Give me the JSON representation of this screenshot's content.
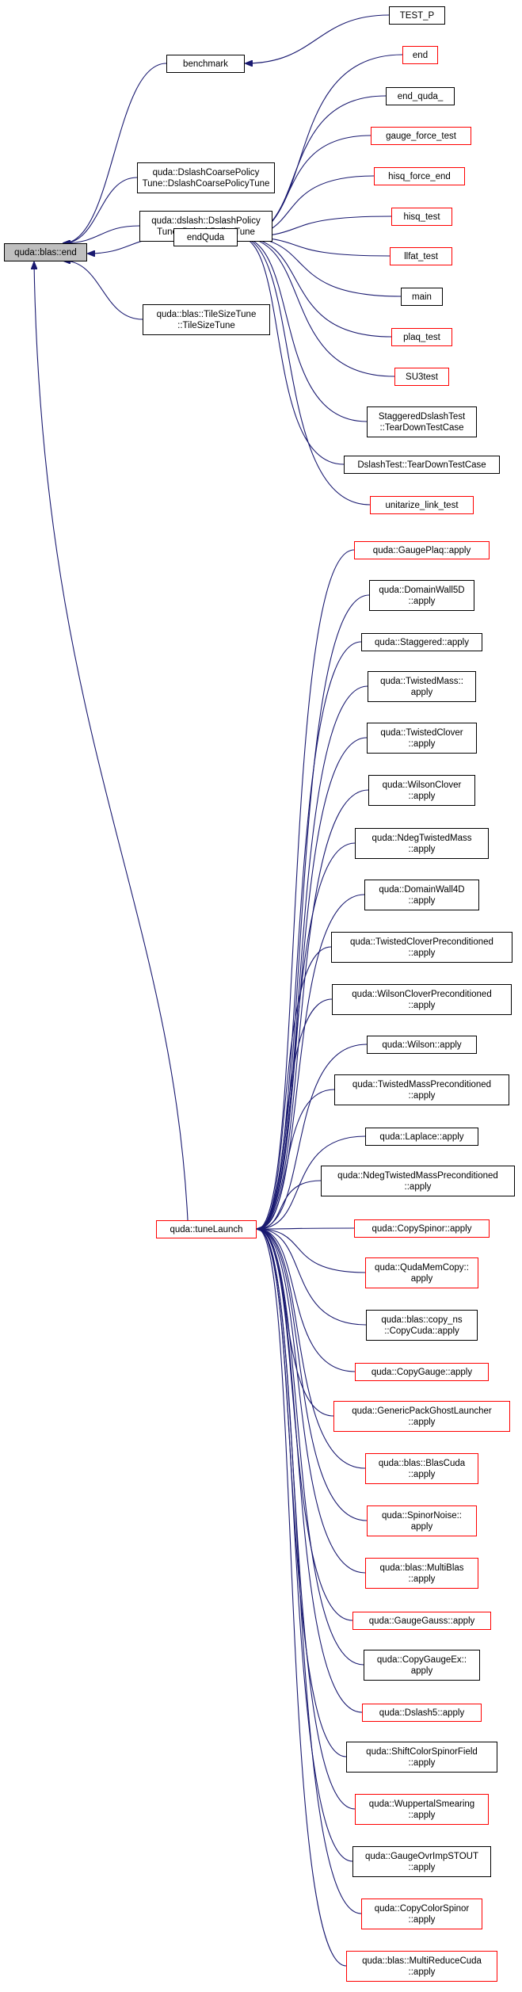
{
  "colors": {
    "edge": "#191970",
    "black_border": "#000000",
    "red_border": "#ff0000",
    "root_fill": "#bfbfbf",
    "node_fill": "#ffffff"
  },
  "nodes": [
    {
      "id": "root",
      "lines": [
        "quda::blas::end"
      ],
      "border": "black",
      "fill": "root"
    },
    {
      "id": "benchmark",
      "lines": [
        "benchmark"
      ],
      "border": "black"
    },
    {
      "id": "test_p",
      "lines": [
        "TEST_P"
      ],
      "border": "black"
    },
    {
      "id": "dslashcoarse",
      "lines": [
        "quda::DslashCoarsePolicy",
        "Tune::DslashCoarsePolicyTune"
      ],
      "border": "black"
    },
    {
      "id": "dslashpolicy",
      "lines": [
        "quda::dslash::DslashPolicy",
        "Tune::DslashPolicyTune"
      ],
      "border": "black"
    },
    {
      "id": "endquda",
      "lines": [
        "endQuda"
      ],
      "border": "black"
    },
    {
      "id": "tilesize",
      "lines": [
        "quda::blas::TileSizeTune",
        "::TileSizeTune"
      ],
      "border": "black"
    },
    {
      "id": "end",
      "lines": [
        "end"
      ],
      "border": "red"
    },
    {
      "id": "end_quda_",
      "lines": [
        "end_quda_"
      ],
      "border": "black"
    },
    {
      "id": "gauge_force_test",
      "lines": [
        "gauge_force_test"
      ],
      "border": "red"
    },
    {
      "id": "hisq_force_end",
      "lines": [
        "hisq_force_end"
      ],
      "border": "red"
    },
    {
      "id": "hisq_test",
      "lines": [
        "hisq_test"
      ],
      "border": "red"
    },
    {
      "id": "llfat_test",
      "lines": [
        "llfat_test"
      ],
      "border": "red"
    },
    {
      "id": "main",
      "lines": [
        "main"
      ],
      "border": "black"
    },
    {
      "id": "plaq_test",
      "lines": [
        "plaq_test"
      ],
      "border": "red"
    },
    {
      "id": "su3test",
      "lines": [
        "SU3test"
      ],
      "border": "red"
    },
    {
      "id": "stag_teardown",
      "lines": [
        "StaggeredDslashTest",
        "::TearDownTestCase"
      ],
      "border": "black"
    },
    {
      "id": "dslash_teardown",
      "lines": [
        "DslashTest::TearDownTestCase"
      ],
      "border": "black"
    },
    {
      "id": "unitarize",
      "lines": [
        "unitarize_link_test"
      ],
      "border": "red"
    },
    {
      "id": "tunelaunch",
      "lines": [
        "quda::tuneLaunch"
      ],
      "border": "red"
    },
    {
      "id": "a1",
      "lines": [
        "quda::GaugePlaq::apply"
      ],
      "border": "red"
    },
    {
      "id": "a2",
      "lines": [
        "quda::DomainWall5D",
        "::apply"
      ],
      "border": "black"
    },
    {
      "id": "a3",
      "lines": [
        "quda::Staggered::apply"
      ],
      "border": "black"
    },
    {
      "id": "a4",
      "lines": [
        "quda::TwistedMass::",
        "apply"
      ],
      "border": "black"
    },
    {
      "id": "a5",
      "lines": [
        "quda::TwistedClover",
        "::apply"
      ],
      "border": "black"
    },
    {
      "id": "a6",
      "lines": [
        "quda::WilsonClover",
        "::apply"
      ],
      "border": "black"
    },
    {
      "id": "a7",
      "lines": [
        "quda::NdegTwistedMass",
        "::apply"
      ],
      "border": "black"
    },
    {
      "id": "a8",
      "lines": [
        "quda::DomainWall4D",
        "::apply"
      ],
      "border": "black"
    },
    {
      "id": "a9",
      "lines": [
        "quda::TwistedCloverPreconditioned",
        "::apply"
      ],
      "border": "black"
    },
    {
      "id": "a10",
      "lines": [
        "quda::WilsonCloverPreconditioned",
        "::apply"
      ],
      "border": "black"
    },
    {
      "id": "a11",
      "lines": [
        "quda::Wilson::apply"
      ],
      "border": "black"
    },
    {
      "id": "a12",
      "lines": [
        "quda::TwistedMassPreconditioned",
        "::apply"
      ],
      "border": "black"
    },
    {
      "id": "a13",
      "lines": [
        "quda::Laplace::apply"
      ],
      "border": "black"
    },
    {
      "id": "a14",
      "lines": [
        "quda::NdegTwistedMassPreconditioned",
        "::apply"
      ],
      "border": "black"
    },
    {
      "id": "a15",
      "lines": [
        "quda::CopySpinor::apply"
      ],
      "border": "red"
    },
    {
      "id": "a16",
      "lines": [
        "quda::QudaMemCopy::",
        "apply"
      ],
      "border": "red"
    },
    {
      "id": "a17",
      "lines": [
        "quda::blas::copy_ns",
        "::CopyCuda::apply"
      ],
      "border": "black"
    },
    {
      "id": "a18",
      "lines": [
        "quda::CopyGauge::apply"
      ],
      "border": "red"
    },
    {
      "id": "a19",
      "lines": [
        "quda::GenericPackGhostLauncher",
        "::apply"
      ],
      "border": "red"
    },
    {
      "id": "a20",
      "lines": [
        "quda::blas::BlasCuda",
        "::apply"
      ],
      "border": "red"
    },
    {
      "id": "a21",
      "lines": [
        "quda::SpinorNoise::",
        "apply"
      ],
      "border": "red"
    },
    {
      "id": "a22",
      "lines": [
        "quda::blas::MultiBlas",
        "::apply"
      ],
      "border": "red"
    },
    {
      "id": "a23",
      "lines": [
        "quda::GaugeGauss::apply"
      ],
      "border": "red"
    },
    {
      "id": "a24",
      "lines": [
        "quda::CopyGaugeEx::",
        "apply"
      ],
      "border": "black"
    },
    {
      "id": "a25",
      "lines": [
        "quda::Dslash5::apply"
      ],
      "border": "red"
    },
    {
      "id": "a26",
      "lines": [
        "quda::ShiftColorSpinorField",
        "::apply"
      ],
      "border": "black"
    },
    {
      "id": "a27",
      "lines": [
        "quda::WuppertalSmearing",
        "::apply"
      ],
      "border": "red"
    },
    {
      "id": "a28",
      "lines": [
        "quda::GaugeOvrImpSTOUT",
        "::apply"
      ],
      "border": "black"
    },
    {
      "id": "a29",
      "lines": [
        "quda::CopyColorSpinor",
        "::apply"
      ],
      "border": "red"
    },
    {
      "id": "a30",
      "lines": [
        "quda::blas::MultiReduceCuda",
        "::apply"
      ],
      "border": "red"
    }
  ],
  "edges": [
    [
      "benchmark",
      "test_p"
    ],
    [
      "root",
      "benchmark"
    ],
    [
      "root",
      "dslashcoarse"
    ],
    [
      "root",
      "dslashpolicy"
    ],
    [
      "root",
      "endquda"
    ],
    [
      "root",
      "tilesize"
    ],
    [
      "root",
      "tunelaunch"
    ],
    [
      "endquda",
      "end"
    ],
    [
      "endquda",
      "end_quda_"
    ],
    [
      "endquda",
      "gauge_force_test"
    ],
    [
      "endquda",
      "hisq_force_end"
    ],
    [
      "endquda",
      "hisq_test"
    ],
    [
      "endquda",
      "llfat_test"
    ],
    [
      "endquda",
      "main"
    ],
    [
      "endquda",
      "plaq_test"
    ],
    [
      "endquda",
      "su3test"
    ],
    [
      "endquda",
      "stag_teardown"
    ],
    [
      "endquda",
      "dslash_teardown"
    ],
    [
      "endquda",
      "unitarize"
    ],
    [
      "tunelaunch",
      "a1"
    ],
    [
      "tunelaunch",
      "a2"
    ],
    [
      "tunelaunch",
      "a3"
    ],
    [
      "tunelaunch",
      "a4"
    ],
    [
      "tunelaunch",
      "a5"
    ],
    [
      "tunelaunch",
      "a6"
    ],
    [
      "tunelaunch",
      "a7"
    ],
    [
      "tunelaunch",
      "a8"
    ],
    [
      "tunelaunch",
      "a9"
    ],
    [
      "tunelaunch",
      "a10"
    ],
    [
      "tunelaunch",
      "a11"
    ],
    [
      "tunelaunch",
      "a12"
    ],
    [
      "tunelaunch",
      "a13"
    ],
    [
      "tunelaunch",
      "a14"
    ],
    [
      "tunelaunch",
      "a15"
    ],
    [
      "tunelaunch",
      "a16"
    ],
    [
      "tunelaunch",
      "a17"
    ],
    [
      "tunelaunch",
      "a18"
    ],
    [
      "tunelaunch",
      "a19"
    ],
    [
      "tunelaunch",
      "a20"
    ],
    [
      "tunelaunch",
      "a21"
    ],
    [
      "tunelaunch",
      "a22"
    ],
    [
      "tunelaunch",
      "a23"
    ],
    [
      "tunelaunch",
      "a24"
    ],
    [
      "tunelaunch",
      "a25"
    ],
    [
      "tunelaunch",
      "a26"
    ],
    [
      "tunelaunch",
      "a27"
    ],
    [
      "tunelaunch",
      "a28"
    ],
    [
      "tunelaunch",
      "a29"
    ],
    [
      "tunelaunch",
      "a30"
    ]
  ]
}
